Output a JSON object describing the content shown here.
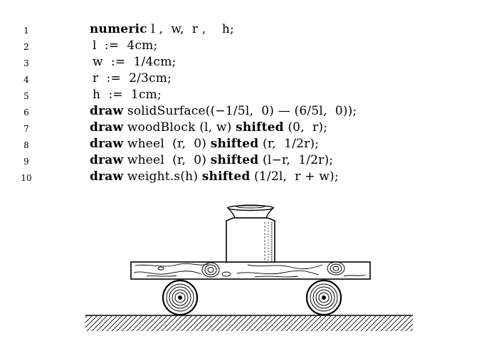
{
  "listing": {
    "lines": [
      {
        "num": "1",
        "kw": "numeric",
        "rest": " l ,  w,  r ,    h;"
      },
      {
        "num": "2",
        "kw": "",
        "rest": "l  :=  4cm;"
      },
      {
        "num": "3",
        "kw": "",
        "rest": "w  :=  1/4cm;"
      },
      {
        "num": "4",
        "kw": "",
        "rest": "r  :=  2/3cm;"
      },
      {
        "num": "5",
        "kw": "",
        "rest": "h  :=  1cm;"
      },
      {
        "num": "6",
        "kw": "draw",
        "rest": " solidSurface((−1/5l,  0) — (6/5l,  0));"
      },
      {
        "num": "7",
        "kw": "draw",
        "rest": " woodBlock (l, w) ",
        "kw2": "shifted",
        "rest2": " (0,  r);"
      },
      {
        "num": "8",
        "kw": "draw",
        "rest": " wheel  (r,  0) ",
        "kw2": "shifted",
        "rest2": " (r,  1/2r);"
      },
      {
        "num": "9",
        "kw": "draw",
        "rest": " wheel  (r,  0) ",
        "kw2": "shifted",
        "rest2": " (l−r,  1/2r);"
      },
      {
        "num": "10",
        "kw": "draw",
        "rest": " weight.s(h) ",
        "kw2": "shifted",
        "rest2": " (1/2l,  r + w);"
      }
    ]
  },
  "colors": {
    "ink": "#000000",
    "background": "#ffffff"
  }
}
